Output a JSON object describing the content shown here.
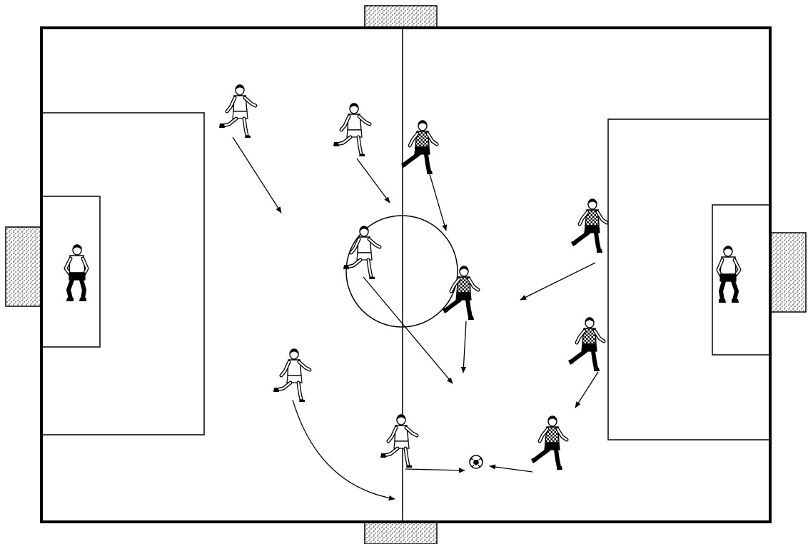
{
  "diagram": {
    "type": "soccer-drill",
    "colors": {
      "line": "#000000",
      "background": "#ffffff",
      "goal_fill": "stippled-gray"
    },
    "players": [
      {
        "id": "light-goalkeeper",
        "team": "light",
        "role": "goalkeeper",
        "side": "left"
      },
      {
        "id": "light-1",
        "team": "light",
        "role": "outfield"
      },
      {
        "id": "light-2",
        "team": "light",
        "role": "outfield"
      },
      {
        "id": "light-3",
        "team": "light",
        "role": "outfield"
      },
      {
        "id": "light-4",
        "team": "light",
        "role": "outfield"
      },
      {
        "id": "light-5",
        "team": "light",
        "role": "outfield"
      },
      {
        "id": "dark-goalkeeper",
        "team": "dark",
        "role": "goalkeeper",
        "side": "right"
      },
      {
        "id": "dark-1",
        "team": "dark",
        "role": "outfield"
      },
      {
        "id": "dark-2",
        "team": "dark",
        "role": "outfield"
      },
      {
        "id": "dark-3",
        "team": "dark",
        "role": "outfield"
      },
      {
        "id": "dark-4",
        "team": "dark",
        "role": "outfield"
      },
      {
        "id": "dark-5",
        "team": "dark",
        "role": "outfield"
      }
    ],
    "goals": [
      "top",
      "bottom",
      "left",
      "right"
    ],
    "movement_arrows": 10,
    "ball": {
      "icon": "soccer-ball-icon"
    }
  }
}
